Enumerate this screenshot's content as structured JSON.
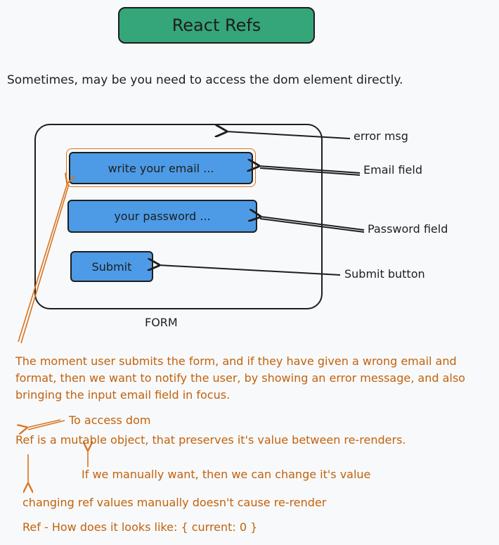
{
  "title": "React Refs",
  "intro": "Sometimes, may be you need to access the dom element directly.",
  "form": {
    "email_field": "write your email ...",
    "password_field": "your password ...",
    "submit_button": "Submit",
    "caption": "FORM"
  },
  "annotations": {
    "error_msg": "error msg",
    "email_field": "Email field",
    "password_field": "Password field",
    "submit_button": "Submit button"
  },
  "notes": {
    "paragraph": "The moment user submits the form, and if they have given a wrong email and format, then we want to notify the user, by showing an error message, and also bringing the input email field in focus.",
    "to_access_dom": "To access dom",
    "ref_definition": "Ref is a mutable object, that preserves it's value between re-renders.",
    "manual_change": "If we manually want, then we can change it's value",
    "no_rerender": "changing ref values manually doesn't cause re-render",
    "ref_shape": "Ref - How does it looks like: { current: 0 }"
  },
  "colors": {
    "title_fill": "#35a57a",
    "field_fill": "#4d9be6",
    "note_text": "#c2620d",
    "stroke": "#1e1e1e"
  }
}
